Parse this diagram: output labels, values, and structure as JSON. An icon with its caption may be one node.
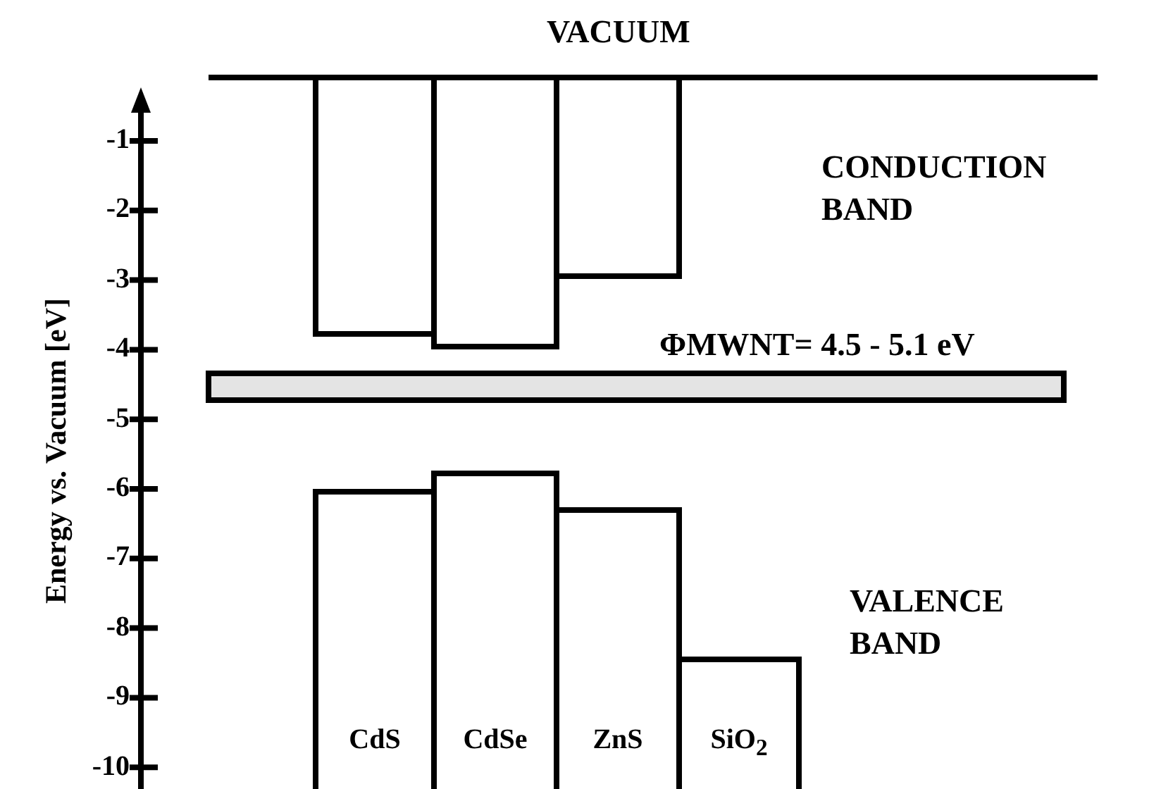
{
  "diagram": {
    "nodes": [
      {
        "text": [],
        "shape": "box"
      },
      {
        "text": [],
        "shape": "box"
      },
      {
        "text": [],
        "shape": "box"
      },
      {
        "text": [
          "ΦMWNT= 4.5 - 5.1 eV"
        ]
      },
      {
        "text": [
          "CdS"
        ]
      },
      {
        "text": [
          "CdSe"
        ]
      },
      {
        "text": [
          "ZnS"
        ]
      },
      {
        "text": [
          "SiO$_{2}$"
        ]
      }
    ],
    "labels": [
      "VACUUM",
      "-1",
      "-2",
      "-3",
      "-4",
      "-5",
      "-6",
      "-7",
      "-8",
      "-9",
      "-10",
      "Energy vs. Vacuum [eV]",
      "CONDUCTION BAND",
      "VALENCE BAND"
    ]
  }
}
